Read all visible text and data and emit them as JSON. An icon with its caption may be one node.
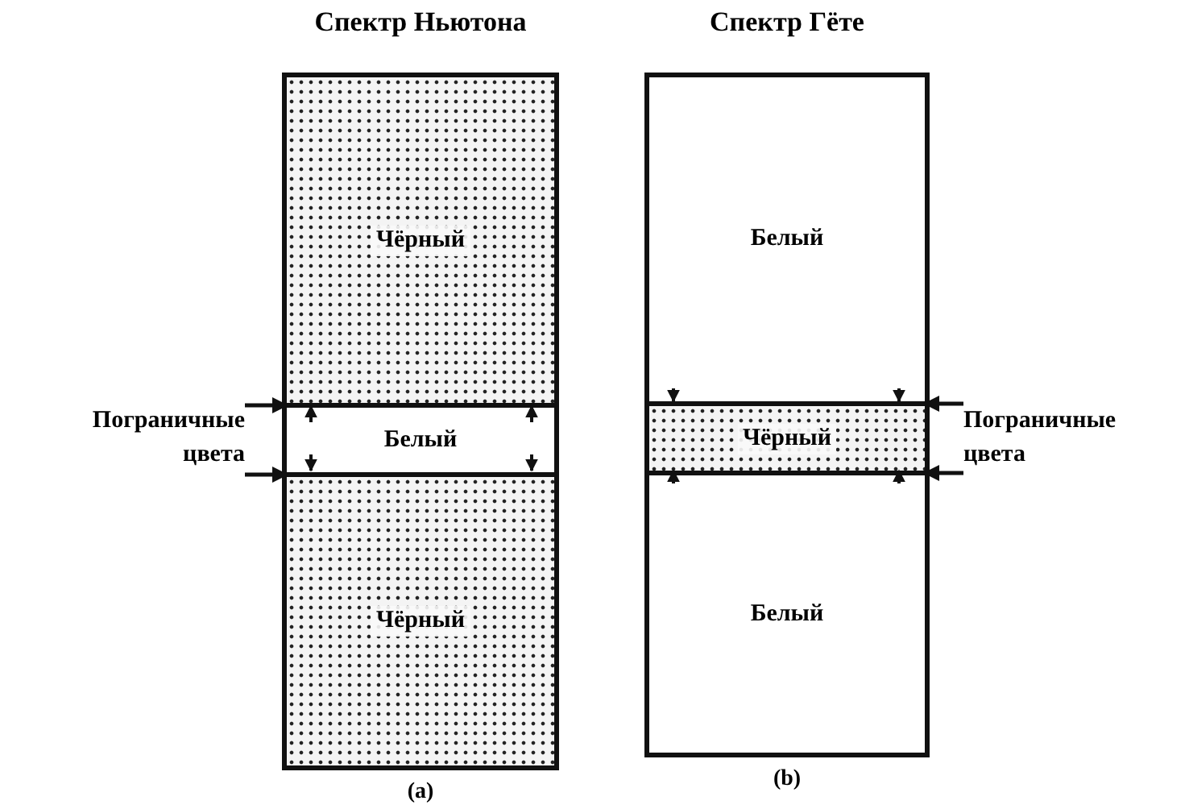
{
  "diagram": {
    "nodes": [
      {
        "text": [
          "Спектр Ньютона"
        ],
        "beside": [
          "(a)"
        ]
      },
      {
        "text": [
          "Чёрный"
        ],
        "in": 0
      },
      {
        "text": [
          "Белый"
        ],
        "in": 0
      },
      {
        "text": [
          "Чёрный"
        ],
        "in": 0
      },
      {
        "text": [
          "Пограничные цвета"
        ]
      },
      {
        "text": [
          "Спектр Гёте"
        ],
        "beside": [
          "(b)"
        ]
      },
      {
        "text": [
          "Белый"
        ],
        "in": 5
      },
      {
        "text": [
          "Чёрный"
        ],
        "in": 5
      },
      {
        "text": [
          "Белый"
        ],
        "in": 5
      },
      {
        "text": [
          "Пограничные цвета"
        ]
      }
    ],
    "edges": [
      {
        "from": 4,
        "to": 2,
        "arrow": "to"
      },
      {
        "from": 4,
        "to": 2,
        "arrow": "to"
      },
      {
        "from": 9,
        "to": 7,
        "arrow": "to"
      },
      {
        "from": 9,
        "to": 7,
        "arrow": "to"
      }
    ]
  }
}
